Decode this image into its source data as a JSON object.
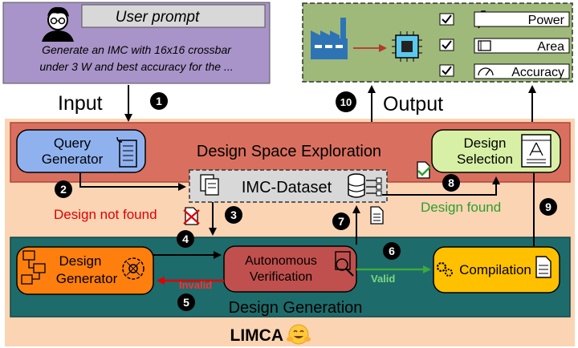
{
  "prompt": {
    "title": "User prompt",
    "line1": "Generate an IMC  with 16x16 crossbar",
    "line2": "under 3 W and best accuracy for the ..."
  },
  "output_panel": {
    "checks": [
      "Power",
      "Area",
      "Accuracy"
    ]
  },
  "labels": {
    "input": "Input",
    "output": "Output",
    "design_space_exploration": "Design Space Exploration",
    "design_generation": "Design Generation",
    "design_not_found": "Design not found",
    "design_found": "Design found",
    "valid": "Valid",
    "invalid": "Invalid",
    "limca": "LIMCA"
  },
  "nodes": {
    "query_generator": [
      "Query",
      "Generator"
    ],
    "imc_dataset": "IMC-Dataset",
    "design_selection": [
      "Design",
      "Selection"
    ],
    "design_generator": [
      "Design",
      "Generator"
    ],
    "autonomous_verification": [
      "Autonomous",
      "Verification"
    ],
    "compilation": "Compilation"
  },
  "steps": [
    "1",
    "2",
    "3",
    "4",
    "5",
    "6",
    "7",
    "8",
    "9",
    "10"
  ],
  "colors": {
    "outer_bg": "#fbd4b4",
    "dse_bg": "#d9705f",
    "gen_bg": "#1e6b6b",
    "prompt_bg": "#a894c8",
    "output_bg": "#9fb97a",
    "query_node": "#8fb2ef",
    "selection_node": "#d8f0a6",
    "generator_node": "#ff7f0e",
    "verification_node": "#c0504d",
    "compilation_node": "#ffc000",
    "found_text": "#2ca02c",
    "not_found_text": "#e00000"
  }
}
